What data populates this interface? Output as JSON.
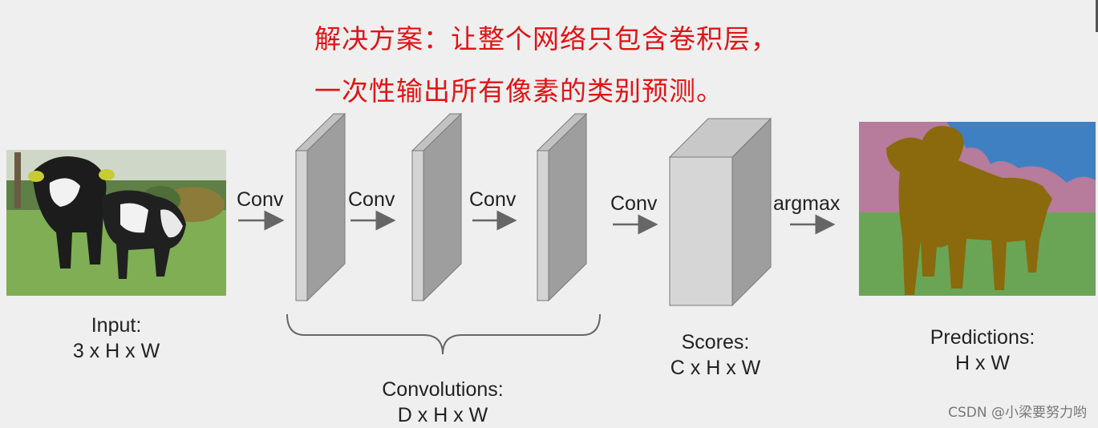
{
  "headline": {
    "line1": "解决方案：让整个网络只包含卷积层，",
    "line2": "一次性输出所有像素的类别预测。"
  },
  "arrows": {
    "conv1": "Conv",
    "conv2": "Conv",
    "conv3": "Conv",
    "conv4": "Conv",
    "argmax": "argmax"
  },
  "captions": {
    "input_title": "Input:",
    "input_dims": "3 x H x W",
    "conv_title": "Convolutions:",
    "conv_dims": "D x H x W",
    "scores_title": "Scores:",
    "scores_dims": "C x H x W",
    "pred_title": "Predictions:",
    "pred_dims": "H x W"
  },
  "watermark": "CSDN @小梁要努力哟",
  "colors": {
    "headline": "#e01414",
    "cow_class": "#8a6a0c",
    "grass_class": "#6aa556",
    "sky_class": "#3f80c2",
    "background_class": "#b77b9c",
    "layer_face": "#d4d4d4",
    "layer_side": "#9e9e9e"
  }
}
